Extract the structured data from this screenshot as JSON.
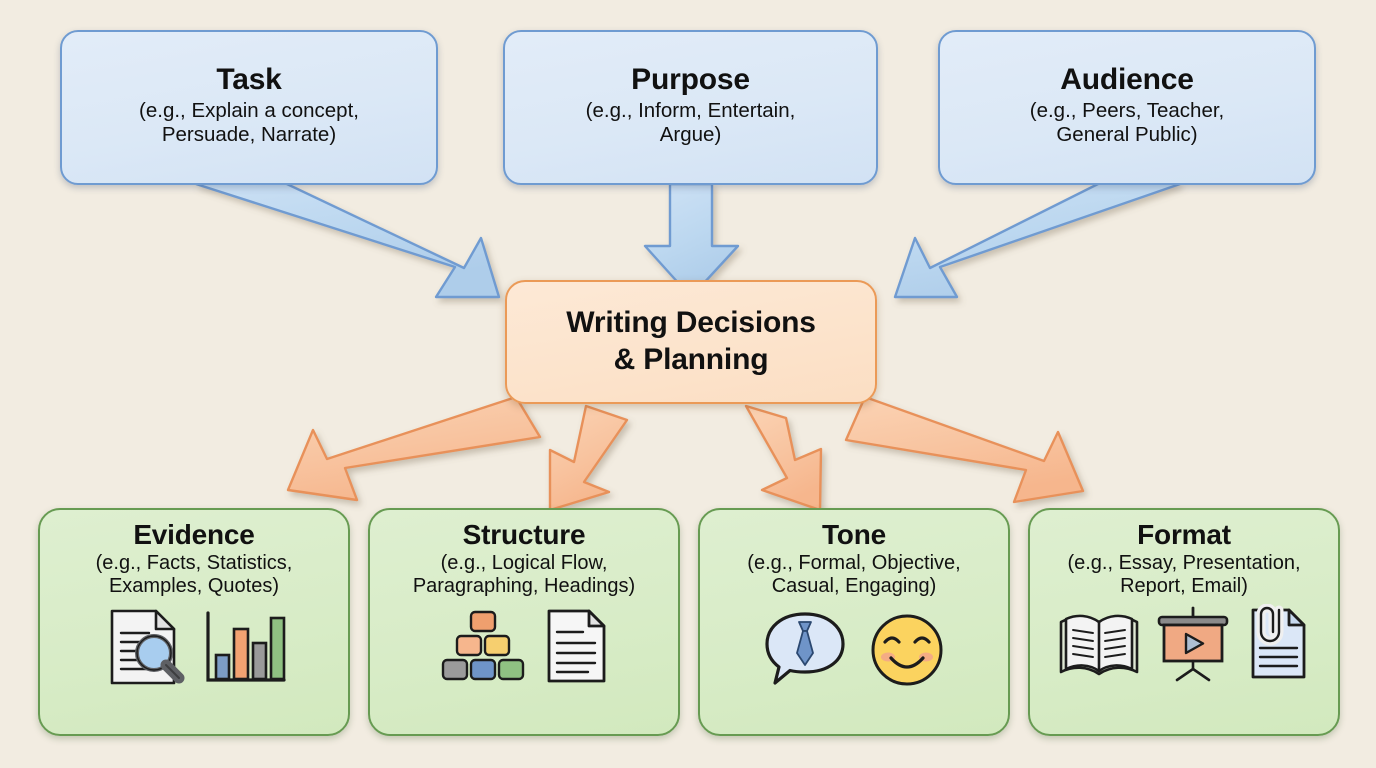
{
  "diagram": {
    "background_color": "#f2ece1",
    "title_flow": "Writing Decisions & Planning flowchart",
    "inputs": [
      {
        "id": "task",
        "title": "Task",
        "subtitle": "(e.g., Explain a concept,\nPersuade, Narrate)",
        "fill": "#dbe8f6",
        "border": "#6f9bd1"
      },
      {
        "id": "purpose",
        "title": "Purpose",
        "subtitle": "(e.g., Inform, Entertain,\nArgue)",
        "fill": "#dbe8f6",
        "border": "#6f9bd1"
      },
      {
        "id": "audience",
        "title": "Audience",
        "subtitle": "(e.g., Peers, Teacher,\nGeneral Public)",
        "fill": "#dbe8f6",
        "border": "#6f9bd1"
      }
    ],
    "center": {
      "id": "writing-decisions",
      "line1": "Writing Decisions",
      "line2": "& Planning",
      "fill": "#fce3cb",
      "border": "#eb9a57"
    },
    "outputs": [
      {
        "id": "evidence",
        "title": "Evidence",
        "subtitle": "(e.g., Facts, Statistics,\nExamples, Quotes)",
        "fill": "#d8ecc7",
        "border": "#679b52",
        "icons": [
          "document-magnifier-icon",
          "bar-chart-icon"
        ]
      },
      {
        "id": "structure",
        "title": "Structure",
        "subtitle": "(e.g., Logical Flow,\nParagraphing, Headings)",
        "fill": "#d8ecc7",
        "border": "#679b52",
        "icons": [
          "block-pyramid-icon",
          "document-lines-icon"
        ]
      },
      {
        "id": "tone",
        "title": "Tone",
        "subtitle": "(e.g., Formal, Objective,\nCasual, Engaging)",
        "fill": "#d8ecc7",
        "border": "#679b52",
        "icons": [
          "speech-bubble-necktie-icon",
          "smiley-face-icon"
        ]
      },
      {
        "id": "format",
        "title": "Format",
        "subtitle": "(e.g., Essay, Presentation,\nReport, Email)",
        "fill": "#d8ecc7",
        "border": "#679b52",
        "icons": [
          "open-book-icon",
          "presentation-screen-icon",
          "document-paperclip-icon"
        ]
      }
    ],
    "arrows": {
      "incoming_color": "#bcd8f0",
      "incoming_stroke": "#6f9bd1",
      "outgoing_color": "#f8c4a0",
      "outgoing_stroke": "#e8915a",
      "incoming_count": 3,
      "outgoing_count": 4
    }
  }
}
